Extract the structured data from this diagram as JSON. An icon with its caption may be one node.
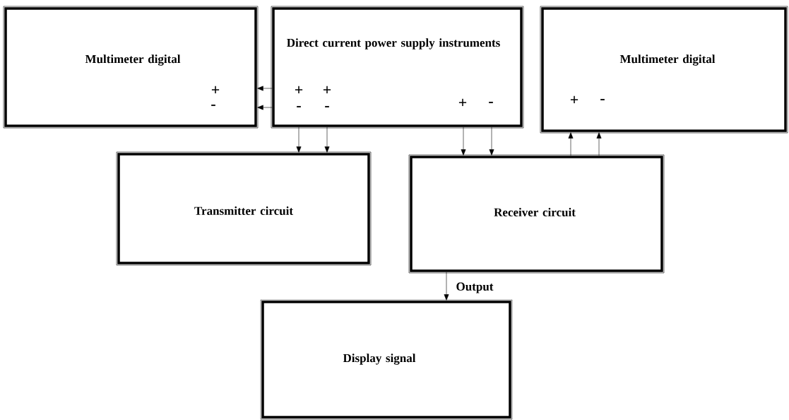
{
  "diagram": {
    "nodes": [
      {
        "text": [
          "Multimeter digital",
          "+",
          "-"
        ]
      },
      {
        "text": [
          "Direct current power supply instruments",
          "+",
          "+",
          "-",
          "-",
          "+",
          "-"
        ]
      },
      {
        "text": [
          "Multimeter digital",
          "+",
          "-"
        ]
      },
      {
        "text": [
          "Transmitter circuit"
        ]
      },
      {
        "text": [
          "Receiver circuit"
        ]
      },
      {
        "text": [
          "Display signal"
        ]
      }
    ],
    "edges": [
      {
        "from": 1,
        "to": 0,
        "arrow": "to"
      },
      {
        "from": 1,
        "to": 0,
        "arrow": "to"
      },
      {
        "from": 1,
        "to": 3,
        "arrow": "to"
      },
      {
        "from": 1,
        "to": 3,
        "arrow": "to"
      },
      {
        "from": 1,
        "to": 4,
        "arrow": "to"
      },
      {
        "from": 1,
        "to": 4,
        "arrow": "to"
      },
      {
        "from": 4,
        "to": 2,
        "arrow": "to"
      },
      {
        "from": 4,
        "to": 2,
        "arrow": "to"
      },
      {
        "from": 4,
        "to": 5,
        "arrow": "to",
        "label": "Output"
      }
    ]
  }
}
